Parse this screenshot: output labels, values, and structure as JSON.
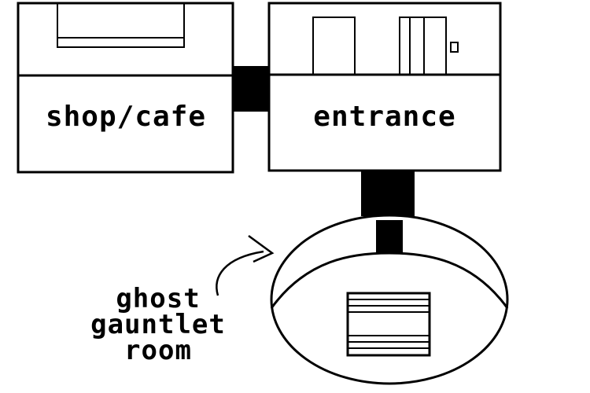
{
  "rooms": {
    "shop_cafe": {
      "label": "shop/cafe"
    },
    "entrance": {
      "label": "entrance"
    },
    "ghost_gauntlet": {
      "label_lines": [
        "ghost",
        "gauntlet",
        "room"
      ]
    }
  },
  "colors": {
    "ink": "#000000",
    "paper": "#ffffff"
  },
  "icons": {
    "shop_counter": "counter-icon",
    "entrance_door": "door-icon",
    "entrance_double_door": "double-door-icon",
    "gauntlet_grate": "grate-icon",
    "pointer": "curved-arrow-icon"
  }
}
